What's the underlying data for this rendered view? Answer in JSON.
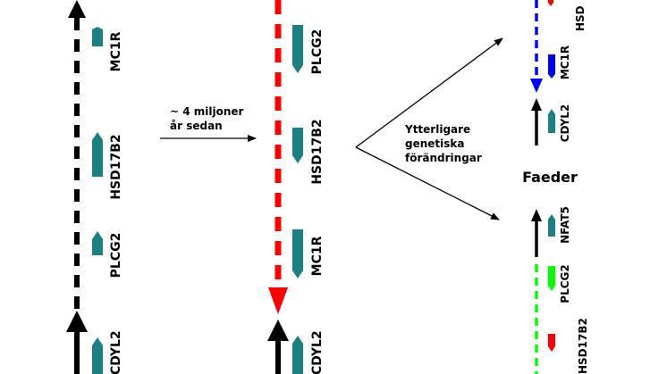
{
  "columns": [
    {
      "genes": [
        "MC1R",
        "HSD17B2",
        "PLCG2",
        "CDYL2"
      ]
    },
    {
      "genes": [
        "PLCG2",
        "HSD17B2",
        "MC1R",
        "CDYL2"
      ]
    }
  ],
  "time_note": [
    "~ 4 miljoner",
    "år sedan"
  ],
  "change_note": [
    "Ytterligare",
    "genetiska",
    "förändringar"
  ],
  "faeder_label": "Faeder",
  "upper_branch": {
    "genes": [
      "HSD",
      "MC1R",
      "CDYL2"
    ]
  },
  "lower_branch": {
    "genes": [
      "NFAT5",
      "PLCG2",
      "HSD17B2"
    ]
  },
  "colors": {
    "teal": "#1a8080",
    "black": "#000000",
    "red": "#ff0000",
    "blue": "#0000ff",
    "green": "#00ff00"
  }
}
